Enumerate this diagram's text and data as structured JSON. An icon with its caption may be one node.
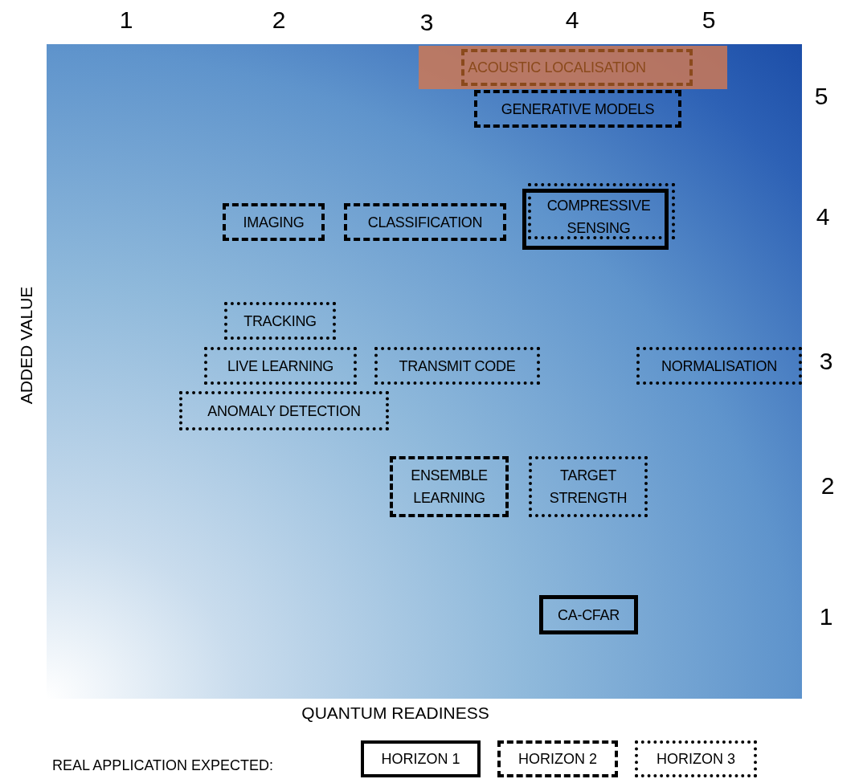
{
  "diagram": {
    "nodes": [
      {
        "text": [
          "ACOUSTIC LOCALISATION"
        ]
      },
      {
        "text": [
          "GENERATIVE MODELS"
        ]
      },
      {
        "text": [
          "IMAGING"
        ]
      },
      {
        "text": [
          "CLASSIFICATION"
        ]
      },
      {
        "text": [
          "COMPRESSIVE SENSING"
        ]
      },
      {
        "text": [
          "TRACKING"
        ]
      },
      {
        "text": [
          "LIVE LEARNING"
        ]
      },
      {
        "text": [
          "TRANSMIT CODE"
        ]
      },
      {
        "text": [
          "NORMALISATION"
        ]
      },
      {
        "text": [
          "ANOMALY DETECTION"
        ]
      },
      {
        "text": [
          "ENSEMBLE LEARNING"
        ]
      },
      {
        "text": [
          "TARGET STRENGTH"
        ]
      },
      {
        "text": [
          "CA-CFAR"
        ]
      }
    ],
    "labels": [
      "1",
      "2",
      "3",
      "4",
      "5",
      "5",
      "4",
      "3",
      "ADDED VALUE",
      "2",
      "1",
      "QUANTUM READINESS",
      "REAL APPLICATION EXPECTED:"
    ],
    "legend": [
      {
        "text": "HORIZON 1"
      },
      {
        "text": "HORIZON 2"
      },
      {
        "text": "HORIZON 3"
      }
    ]
  }
}
